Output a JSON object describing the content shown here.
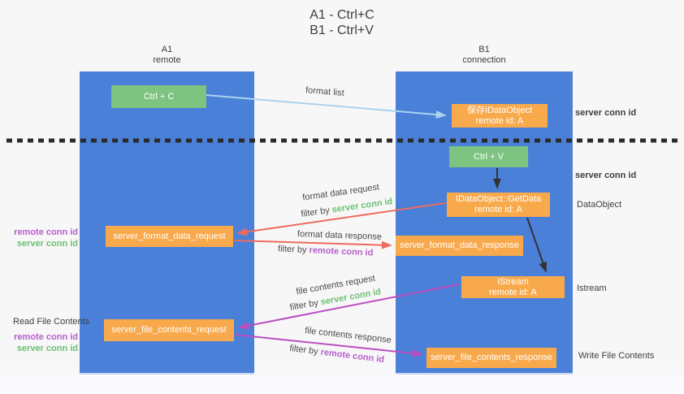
{
  "title": {
    "line1": "A1 - Ctrl+C",
    "line2": "B1 - Ctrl+V"
  },
  "lanes": {
    "left": {
      "name": "A1",
      "role": "remote"
    },
    "right": {
      "name": "B1",
      "role": "connection"
    }
  },
  "nodes": {
    "ctrl_c": {
      "label": "Ctrl + C"
    },
    "save_dataobject": {
      "line1": "保存IDataObject",
      "line2": "remote id: A"
    },
    "ctrl_v": {
      "label": "Ctrl + V"
    },
    "getdata": {
      "line1": "IDataObject::GetData",
      "line2": "remote id: A"
    },
    "format_request": {
      "label": "server_format_data_request"
    },
    "format_response": {
      "label": "server_format_data_response"
    },
    "istream": {
      "line1": "IStream",
      "line2": "remote id: A"
    },
    "file_request": {
      "label": "server_file_contents_request"
    },
    "file_response": {
      "label": "server_file_contents_response"
    }
  },
  "flows": {
    "format_list": "format list",
    "format_data_request": "format data request",
    "format_data_response": "format data response",
    "file_contents_request": "file contents request",
    "file_contents_response": "file contents response"
  },
  "terms": {
    "filter_by": "filter by",
    "server_conn_id": "server conn id",
    "remote_conn_id": "remote conn id"
  },
  "side": {
    "dataobject": "DataObject",
    "istream": "Istream",
    "write_file_contents": "Write File Contents",
    "read_file_contents": "Read File Contents"
  },
  "colors": {
    "lane_blue": "#4a80d8",
    "box_green": "#7cc47f",
    "box_orange": "#f8a94c",
    "arrow_light_blue": "#a9d2ee",
    "arrow_salmon": "#ee6b60",
    "arrow_magenta": "#ba4fc1",
    "arrow_black": "#333333",
    "text_green": "#6cbf71",
    "text_purple": "#b55fc8"
  }
}
